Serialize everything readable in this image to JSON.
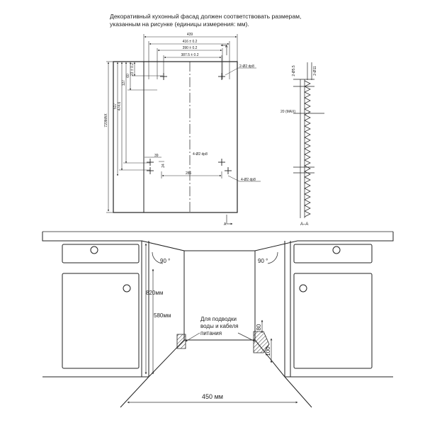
{
  "intro": {
    "line1": "Декоративный кухонный фасад должен соответствовать размерам,",
    "line2": "указанным на рисунке (единицы измерения: мм)."
  },
  "facade": {
    "dim_top": "439",
    "dim_416": "416 ± 0.2",
    "dim_390": "390 ± 0.2",
    "dim_387": "387.5 ± 0.2",
    "hole_top": "2-Ø2 dp8",
    "vert_23": "23 ± 0.2",
    "vert_60": "60",
    "vert_127": "127",
    "vert_474": "474.6",
    "vert_517": "517",
    "vert_720": "720MAX",
    "dim_39": "39",
    "dim_24": "24",
    "hole_mid": "4-Ø2 dp8",
    "dim_286": "286",
    "hole_low": "4-Ø2 dp8",
    "section_a": "A"
  },
  "section": {
    "d55": "2-Ø5.5",
    "d11": "2-Ø11",
    "max20": "20 (MAX)",
    "title": "A–A"
  },
  "niche": {
    "angle": "90 °",
    "h820": "820мм",
    "h580": "580мм",
    "hose_l1": "Для подводки",
    "hose_l2": "воды и кабеля",
    "hose_l3": "питания",
    "d80": "80",
    "d100": "100",
    "width": "450 мм"
  }
}
